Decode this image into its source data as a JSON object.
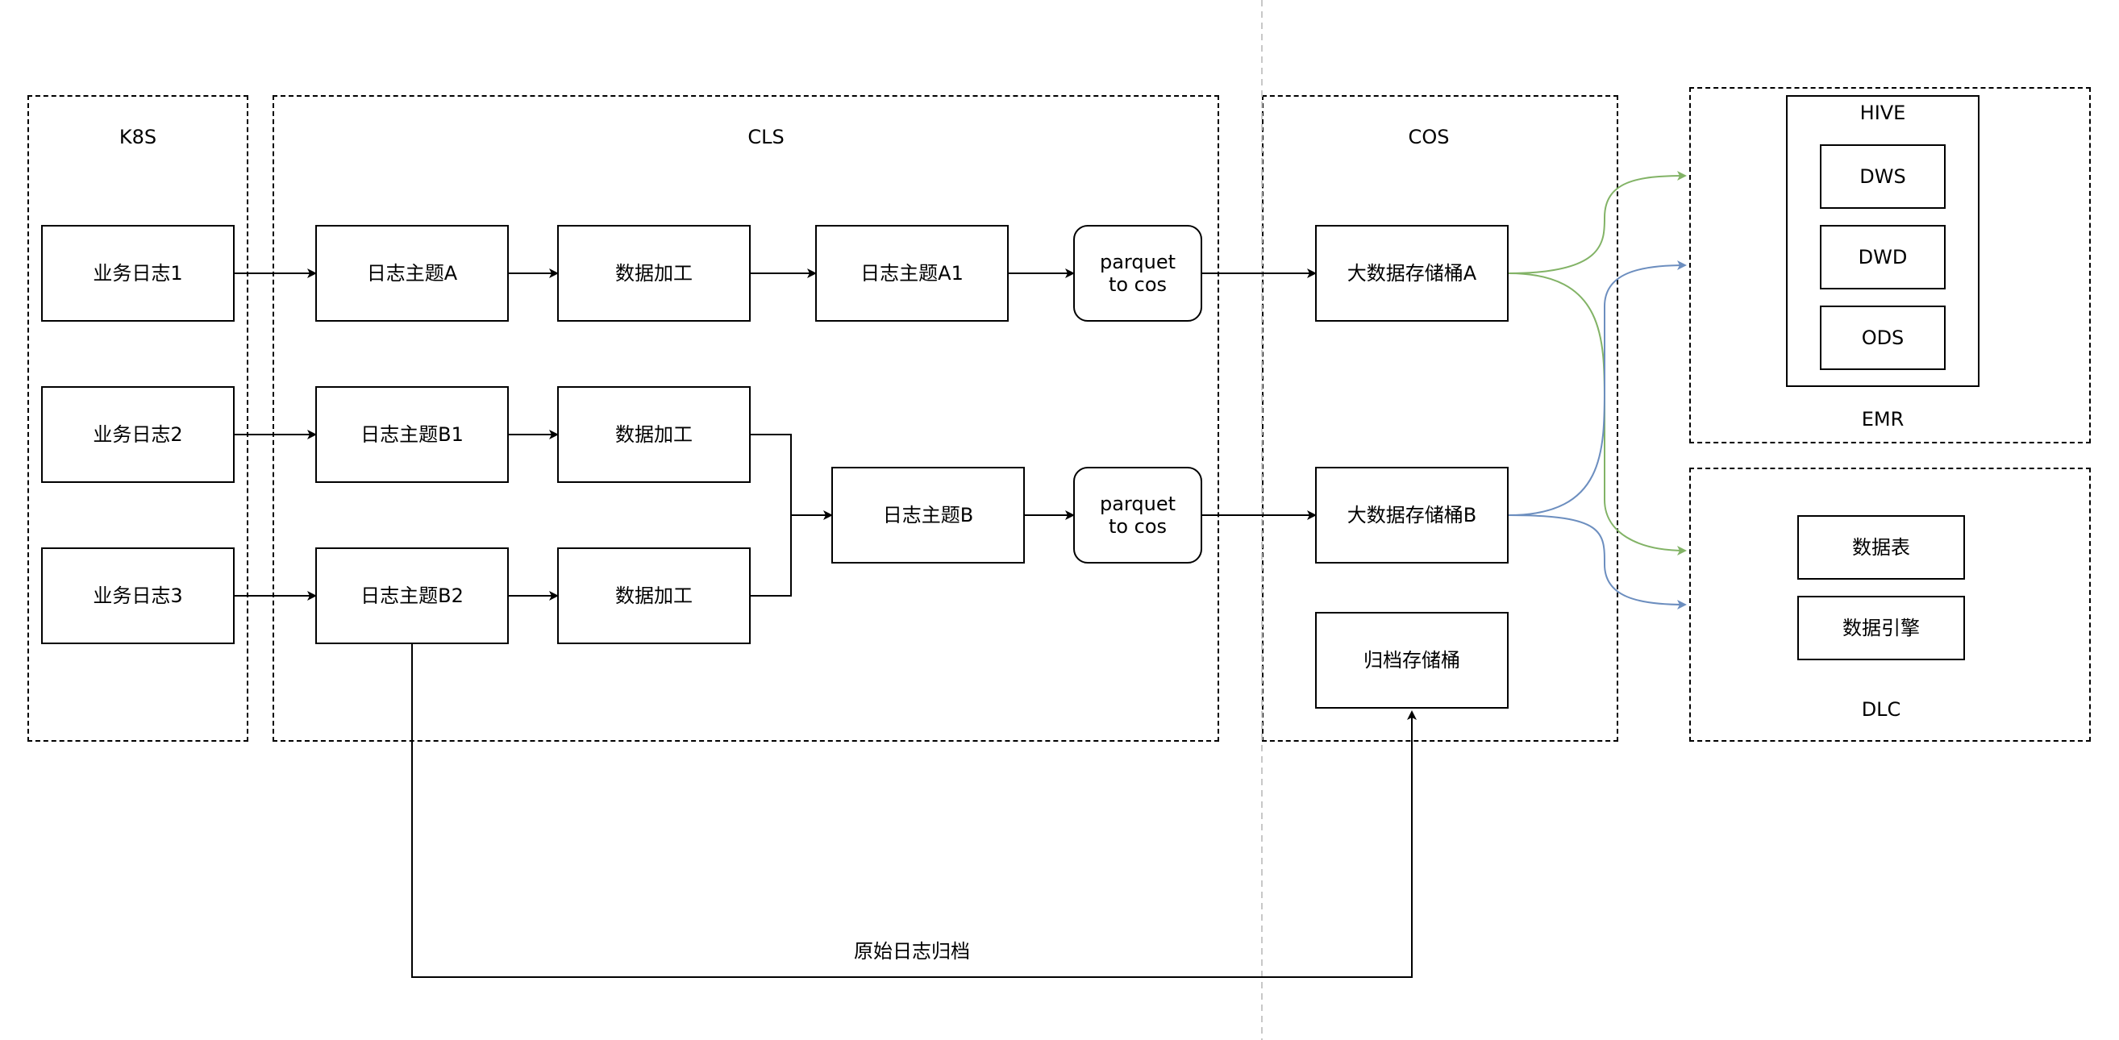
{
  "groups": {
    "k8s": "K8S",
    "cls": "CLS",
    "cos": "COS",
    "emr": "EMR",
    "hive": "HIVE",
    "dlc": "DLC"
  },
  "nodes": {
    "biz_log_1": "业务日志1",
    "biz_log_2": "业务日志2",
    "biz_log_3": "业务日志3",
    "topic_a": "日志主题A",
    "topic_b1": "日志主题B1",
    "topic_b2": "日志主题B2",
    "process_1": "数据加工",
    "process_2": "数据加工",
    "process_3": "数据加工",
    "topic_a1": "日志主题A1",
    "topic_b": "日志主题B",
    "parquet_1": "parquet\nto cos",
    "parquet_2": "parquet\nto cos",
    "bucket_a": "大数据存储桶A",
    "bucket_b": "大数据存储桶B",
    "archive_bucket": "归档存储桶",
    "dws": "DWS",
    "dwd": "DWD",
    "ods": "ODS",
    "data_table": "数据表",
    "data_engine": "数据引擎"
  },
  "edge_labels": {
    "archive": "原始日志归档"
  },
  "colors": {
    "green_edge": "#82b366",
    "blue_edge": "#6c8ebf",
    "separator": "#c8c8c8"
  }
}
